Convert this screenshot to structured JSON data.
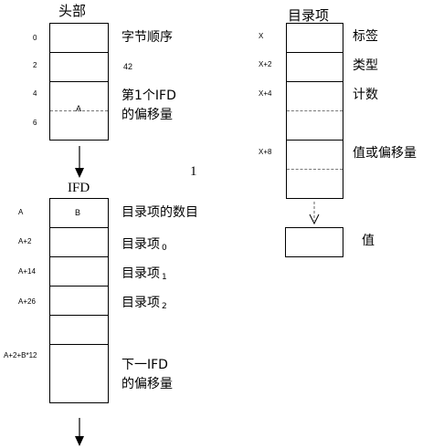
{
  "header": {
    "title": "头部",
    "offsets": [
      "0",
      "2",
      "4",
      "6"
    ],
    "desc": {
      "byte_order": "字节顺序",
      "value_42": "42",
      "ifd_offset_line1": "第1个IFD",
      "ifd_offset_line2": "的偏移量"
    },
    "cell_value": "A"
  },
  "ifd": {
    "title": "IFD",
    "offsets": [
      "A",
      "A+2",
      "A+14",
      "A+26",
      "A+2+B*12"
    ],
    "cell_value": "B",
    "desc": {
      "entry_count": "目录项的数目",
      "entry_label": "目录项",
      "entry_sub": [
        "0",
        "1",
        "2"
      ],
      "next_line1": "下一IFD",
      "next_line2": "的偏移量"
    }
  },
  "entry": {
    "title": "目录项",
    "offsets": [
      "X",
      "X+2",
      "X+4",
      "X+8"
    ],
    "desc": {
      "tag": "标签",
      "type": "类型",
      "count": "计数",
      "value_or_offset": "值或偏移量"
    },
    "value_label": "值"
  },
  "figure_marker": "1"
}
